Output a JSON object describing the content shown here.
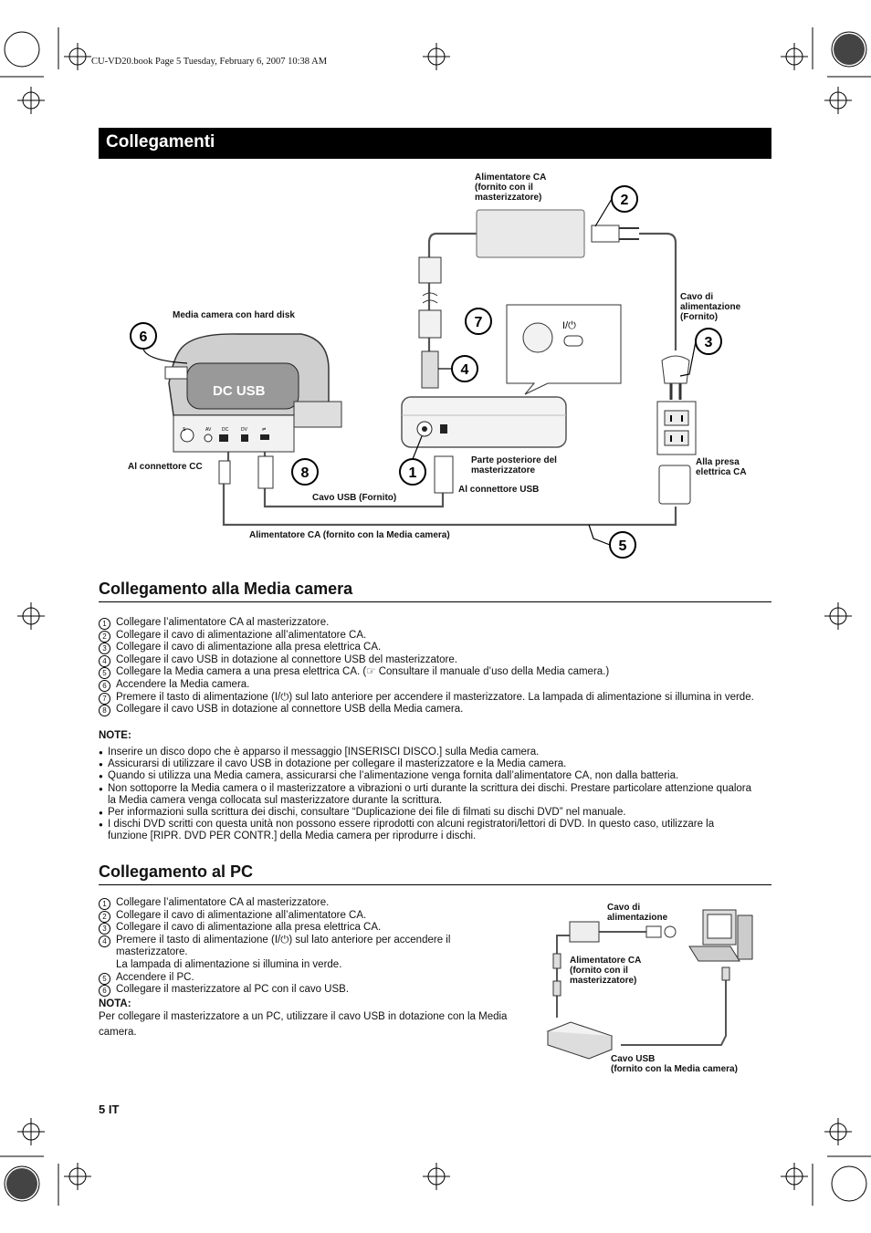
{
  "header": {
    "file_line": "CU-VD20.book  Page 5  Tuesday, February 6, 2007  10:38 AM"
  },
  "banner_title": "Collegamenti",
  "diagram": {
    "labels": {
      "ac_adapter_top": [
        "Alimentatore CA",
        "(fornito con il",
        "masterizzatore)"
      ],
      "power_cord": [
        "Cavo di",
        "alimentazione",
        "(Fornito)"
      ],
      "media_camera": "Media camera con hard disk",
      "dc_connector": "Al connettore CC",
      "rear_panel": [
        "Parte posteriore del",
        "masterizzatore"
      ],
      "usb_connector": "Al connettore USB",
      "usb_cable": "Cavo USB (Fornito)",
      "outlet": [
        "Alla presa",
        "elettrica CA"
      ],
      "camera_ac": "Alimentatore CA (fornito con la Media camera)",
      "dc_usb_text": "DC  USB",
      "power_symbol": "I/⏻",
      "port_labels": [
        "S",
        "AV",
        "DC",
        "DV",
        "⇌"
      ]
    },
    "callouts": [
      "1",
      "2",
      "3",
      "4",
      "5",
      "6",
      "7",
      "8"
    ]
  },
  "section1": {
    "title": "Collegamento alla Media camera",
    "steps": [
      "Collegare l’alimentatore CA al masterizzatore.",
      "Collegare il cavo di alimentazione all’alimentatore CA.",
      "Collegare il cavo di alimentazione alla presa elettrica CA.",
      "Collegare il cavo USB in dotazione al connettore USB del masterizzatore.",
      "Collegare la Media camera a una presa elettrica CA. (☞ Consultare il manuale d’uso della Media camera.)",
      "Accendere la Media camera.",
      "Premere il tasto di alimentazione (I/⏻) sul lato anteriore per accendere il masterizzatore. La lampada di alimentazione si illumina in verde.",
      "Collegare il cavo USB in dotazione al connettore USB della Media camera."
    ],
    "note_title": "NOTE:",
    "notes": [
      "Inserire un disco dopo che è apparso il messaggio [INSERISCI DISCO.] sulla Media camera.",
      "Assicurarsi di utilizzare il cavo USB in dotazione per collegare il masterizzatore e la Media camera.",
      "Quando si utilizza una Media camera, assicurarsi che l’alimentazione venga fornita dall’alimentatore CA, non dalla batteria.",
      "Non sottoporre la Media camera o il masterizzatore a vibrazioni o urti durante la scrittura dei dischi. Prestare particolare attenzione qualora la Media camera venga collocata sul masterizzatore durante la scrittura.",
      "Per informazioni sulla scrittura dei dischi, consultare “Duplicazione dei file di filmati su dischi DVD” nel manuale.",
      "I dischi DVD scritti con questa unità non possono essere riprodotti con alcuni registratori/lettori di DVD. In questo caso, utilizzare la funzione [RIPR. DVD PER CONTR.] della Media camera per riprodurre i dischi."
    ]
  },
  "section2": {
    "title": "Collegamento al PC",
    "steps": [
      "Collegare l’alimentatore CA al masterizzatore.",
      "Collegare il cavo di alimentazione all’alimentatore CA.",
      "Collegare il cavo di alimentazione alla presa elettrica CA.",
      "Premere il tasto di alimentazione (I/⏻) sul lato anteriore per accendere il masterizzatore.",
      "Accendere il PC.",
      "Collegare il masterizzatore al PC con il cavo USB."
    ],
    "step4_extra": "La lampada di alimentazione si illumina in verde.",
    "note_title": "NOTA:",
    "note": "Per collegare il masterizzatore a un PC, utilizzare il cavo USB in dotazione con la Media camera.",
    "pc_labels": {
      "power_cord": [
        "Cavo di",
        "alimentazione"
      ],
      "ac_adapter": [
        "Alimentatore CA",
        "(fornito con il",
        "masterizzatore)"
      ],
      "usb": [
        "Cavo USB",
        "(fornito con la Media camera)"
      ]
    }
  },
  "footer": {
    "page": "5  IT"
  }
}
